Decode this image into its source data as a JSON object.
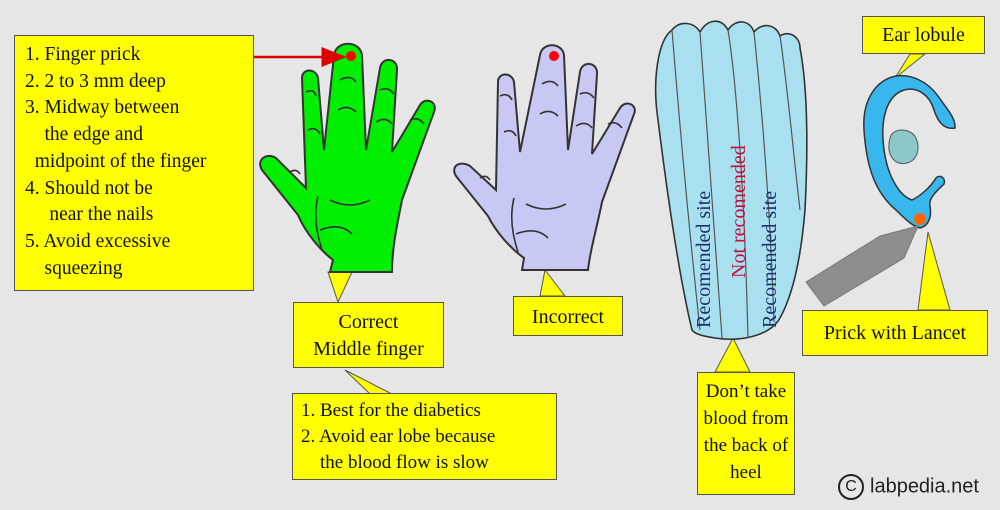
{
  "finger_prick_box": {
    "items": [
      "1. Finger prick",
      "2. 2 to 3 mm deep",
      "3. Midway between",
      "    the edge and",
      "  midpoint of the finger",
      "4. Should not be",
      "     near the nails",
      "5. Avoid excessive",
      "    squeezing"
    ]
  },
  "correct_box": {
    "line1": "Correct",
    "line2": "Middle finger"
  },
  "diabetics_box": {
    "items": [
      "1. Best for the diabetics",
      "2. Avoid ear lobe because",
      "    the blood flow is slow"
    ]
  },
  "incorrect_box": {
    "label": "Incorrect"
  },
  "foot": {
    "left_label": "Recomended site",
    "middle_label": "Not recomended",
    "right_label": "Recomended site"
  },
  "heel_box": {
    "lines": [
      "Don’t take",
      "blood from",
      "the back of",
      "heel"
    ]
  },
  "ear_lobule_box": {
    "label": "Ear lobule"
  },
  "lancet_box": {
    "label": "Prick with Lancet"
  },
  "copyright": {
    "symbol": "C",
    "text": "labpedia.net"
  },
  "colors": {
    "callout": "#ffff00",
    "correct_hand": "#00ee00",
    "incorrect_hand": "#c8c8f5",
    "foot": "#a8e0f0",
    "ear": "#38b6ee",
    "prick_dot": "#ff0000",
    "arrow": "#dd0000"
  }
}
